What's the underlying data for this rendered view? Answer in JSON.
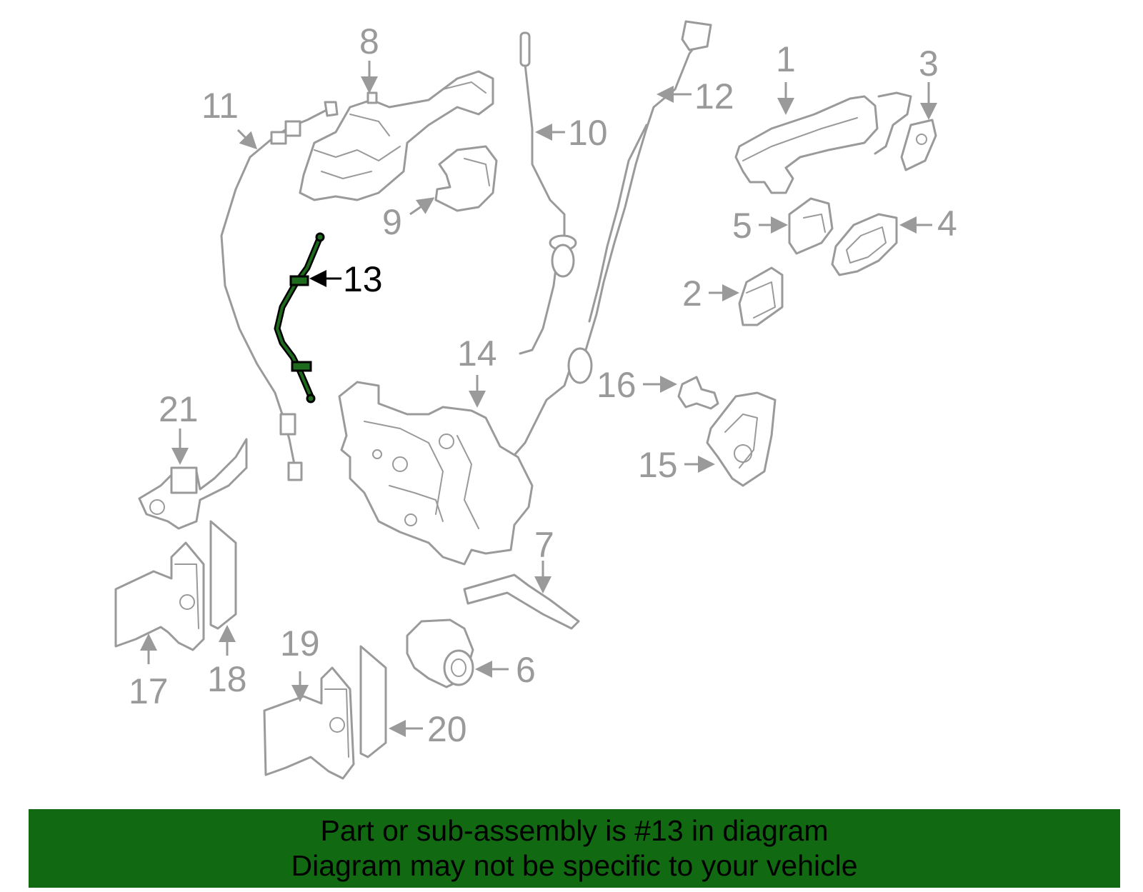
{
  "callouts": {
    "c1": "1",
    "c2": "2",
    "c3": "3",
    "c4": "4",
    "c5": "5",
    "c6": "6",
    "c7": "7",
    "c8": "8",
    "c9": "9",
    "c10": "10",
    "c11": "11",
    "c12": "12",
    "c13": "13",
    "c14": "14",
    "c15": "15",
    "c16": "16",
    "c17": "17",
    "c18": "18",
    "c19": "19",
    "c20": "20",
    "c21": "21"
  },
  "highlighted_part": "13",
  "banner": {
    "line1": "Part or sub-assembly is #13 in diagram",
    "line2": "Diagram may not be specific to your vehicle"
  },
  "colors": {
    "part_outline": "#9a9a9a",
    "highlight_fill": "#1e6b1e",
    "banner_background": "#116911",
    "banner_text": "#000000"
  }
}
